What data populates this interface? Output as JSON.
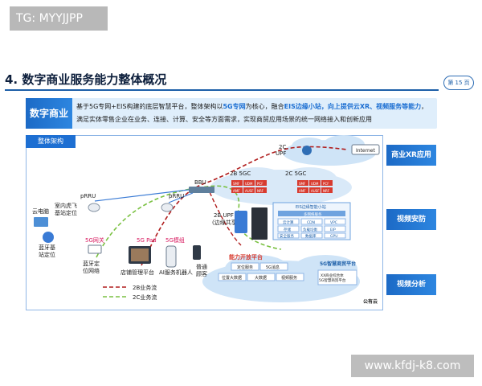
{
  "watermark_top": "TG: MYYJJPP",
  "watermark_bottom": "www.kfdj-k8.com",
  "page": {
    "title": "4. 数字商业服务能力整体概况",
    "page_number": "第 15 页"
  },
  "intro": {
    "label": "数字商业",
    "text_parts": [
      "基于5G专网+EIS构建的底层智慧平台，整体架构以",
      "5G专网",
      "为核心，融合",
      "EIS边缘小站，向上提供云XR、视频服务等能力",
      "，满足实体零售企业在业务、连接、计算、安全等方面需求，实现商贸应用场景的统一网络接入和创新应用"
    ]
  },
  "diagram": {
    "frame_label": "整体架构",
    "side_buttons": [
      "商业XR应用",
      "视频安防",
      "视频分析"
    ],
    "labels": {
      "upf_2c": "2C\nUPF",
      "internet": "Internet",
      "bbu": "BBU",
      "sgc_2b": "2B 5GC",
      "sgc_2c": "2C 5GC",
      "prru_left": "pRRU",
      "prru_right": "pRRU",
      "cloud_brain": "云电脑",
      "indoor_fly": "室内虎飞\n基站定位",
      "bt_station": "蓝牙基\n站定位",
      "upf_2b": "2B UPF\n(边缘共享)",
      "eis_title": "EIS边缘智能小站",
      "mec_title": "多网络服务",
      "sg_gateway": "5G网关",
      "sg_pad": "5G Pad",
      "sg_module": "5G模组",
      "bt_locate": "蓝牙定\n位网络",
      "store_mgmt": "店铺管理平台",
      "ai_robot": "AI服务机器人",
      "normal_user": "普通\n顾客",
      "capability_title": "能力开放平台",
      "cap_locate": "定位服务",
      "cap_msg": "5G消息",
      "cap_loc_data": "位置大数据",
      "cap_bigdata": "大数据",
      "cap_video": "视频服务",
      "smart_platform": "5G智慧商贸平台",
      "xx_mall": "XX商业综合体\n5G智慧商贸平台",
      "public_cloud": "公有云",
      "legend_2b": "2B业务流",
      "legend_2c": "2C业务流",
      "core_cells": [
        "SMF",
        "UDM",
        "PCF",
        "AMF",
        "AUSF",
        "NRF"
      ],
      "eis_cells": [
        "云计算",
        "CDN",
        "VPC",
        "存储",
        "负载均衡",
        "EIP",
        "安全服务",
        "数据库",
        "GPU"
      ]
    }
  },
  "colors": {
    "primary": "#1d6fd2",
    "frame_border": "#8fb6e6",
    "intro_bg": "#dfeefb",
    "flow_2b": "#b01d1d",
    "flow_2c": "#7ac142",
    "core_red": "#d83b2f",
    "cloud_blue": "#cfe4f7"
  }
}
